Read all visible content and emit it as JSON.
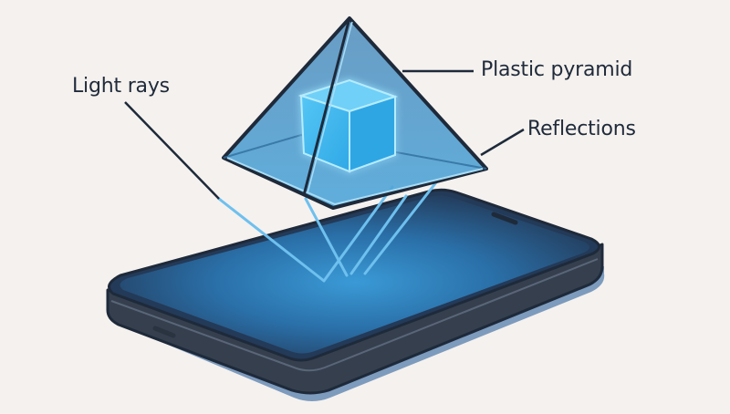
{
  "labels": {
    "light_rays": "Light rays",
    "plastic_pyramid": "Plastic pyramid",
    "reflections": "Reflections"
  },
  "colors": {
    "background": "#f5f1ee",
    "outline": "#1e2a3a",
    "pyramid_fill": "#4a90c4",
    "cube_glow": "#39b6f0",
    "ray": "#6ec0ee",
    "phone_screen": "#2b6ea6",
    "phone_body": "#353f4e",
    "phone_shadow": "#7d9bbd",
    "text": "#1f2a3a"
  },
  "diagram": {
    "subject": "Smartphone hologram projector",
    "components": [
      "smartphone",
      "plastic pyramid",
      "glowing cube hologram",
      "light rays"
    ]
  }
}
